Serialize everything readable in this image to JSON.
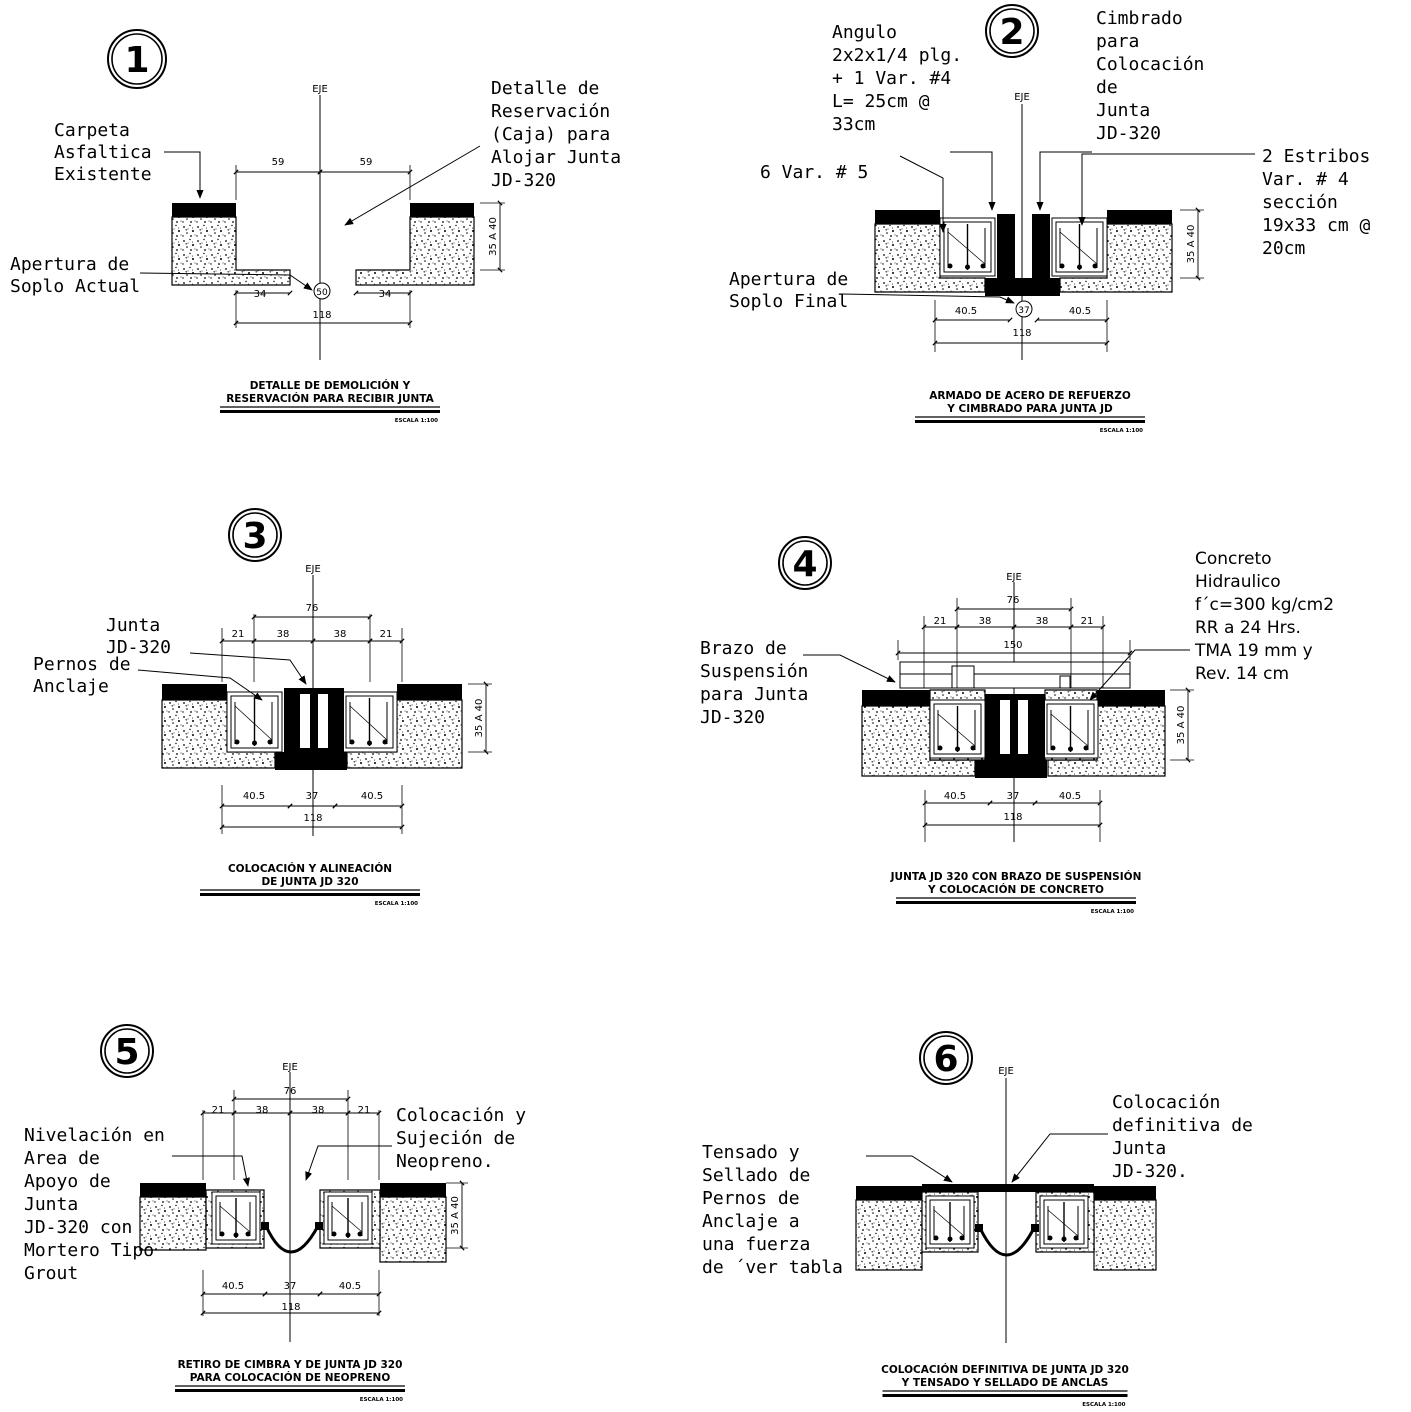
{
  "axis_label": "EJE",
  "panels": [
    {
      "id": "1",
      "number": "1",
      "title_lines": [
        "DETALLE DE DEMOLICIÓN Y",
        "RESERVACIÓN PARA RECIBIR JUNTA"
      ],
      "scale": "ESCALA 1:100",
      "dims": {
        "top_left": "59",
        "top_right": "59",
        "bottom_left": "34",
        "bottom_right": "34",
        "total": "118",
        "gap": "50",
        "depth": "35 A 40"
      },
      "callouts": {
        "a": [
          "Carpeta",
          "Asfaltica",
          "Existente"
        ],
        "b": [
          "Detalle de",
          "Reservación",
          "(Caja) para",
          "Alojar Junta",
          "JD-320"
        ],
        "c": [
          "Apertura de",
          "Soplo Actual"
        ]
      }
    },
    {
      "id": "2",
      "number": "2",
      "title_lines": [
        "ARMADO DE ACERO DE REFUERZO",
        "Y CIMBRADO PARA JUNTA JD"
      ],
      "scale": "ESCALA 1:100",
      "dims": {
        "left": "40.5",
        "right": "40.5",
        "total": "118",
        "gap": "37",
        "depth": "35 A 40"
      },
      "callouts": {
        "a": [
          "Angulo",
          "2x2x1/4 plg.",
          "+ 1 Var. #4",
          "L= 25cm @",
          "33cm"
        ],
        "b": [
          "Cimbrado",
          "para",
          "Colocación",
          "de",
          "Junta",
          "JD-320"
        ],
        "c": [
          "6 Var. # 5"
        ],
        "d": [
          "2 Estribos",
          "Var. # 4",
          "sección",
          "19x33 cm @",
          "20cm"
        ],
        "e": [
          "Apertura de",
          "Soplo Final"
        ]
      }
    },
    {
      "id": "3",
      "number": "3",
      "title_lines": [
        "COLOCACIÓN Y ALINEACIÓN",
        "DE JUNTA JD 320"
      ],
      "scale": "ESCALA 1:100",
      "dims": {
        "top_total": "76",
        "t1": "21",
        "t2": "38",
        "t3": "38",
        "t4": "21",
        "left": "40.5",
        "mid": "37",
        "right": "40.5",
        "total": "118",
        "depth": "35 A 40"
      },
      "callouts": {
        "a": [
          "Junta",
          "JD-320"
        ],
        "b": [
          "Pernos de",
          "Anclaje"
        ]
      }
    },
    {
      "id": "4",
      "number": "4",
      "title_lines": [
        "JUNTA JD 320 CON BRAZO DE SUSPENSIÓN",
        "Y COLOCACIÓN DE CONCRETO"
      ],
      "scale": "ESCALA 1:100",
      "dims": {
        "top_total": "76",
        "t1": "21",
        "t2": "38",
        "t3": "38",
        "t4": "21",
        "span": "150",
        "left": "40.5",
        "mid": "37",
        "right": "40.5",
        "total": "118",
        "depth": "35 A 40"
      },
      "callouts": {
        "a": [
          "Brazo de",
          "Suspensión",
          "para Junta",
          "JD-320"
        ],
        "b": [
          "Concreto",
          "Hidraulico",
          "f´c=300 kg/cm2",
          "RR a 24 Hrs.",
          "TMA 19 mm y",
          "Rev. 14 cm"
        ]
      }
    },
    {
      "id": "5",
      "number": "5",
      "title_lines": [
        "RETIRO DE CIMBRA Y DE JUNTA JD 320",
        "PARA COLOCACIÓN DE NEOPRENO"
      ],
      "scale": "ESCALA 1:100",
      "dims": {
        "top_total": "76",
        "t1": "21",
        "t2": "38",
        "t3": "38",
        "t4": "21",
        "left": "40.5",
        "mid": "37",
        "right": "40.5",
        "total": "118",
        "depth": "35 A 40"
      },
      "callouts": {
        "a": [
          "Nivelación en",
          "Area de",
          "Apoyo de",
          "Junta",
          "JD-320 con",
          "Mortero Tipo",
          "Grout"
        ],
        "b": [
          "Colocación y",
          "Sujeción de",
          "Neopreno."
        ]
      }
    },
    {
      "id": "6",
      "number": "6",
      "title_lines": [
        "COLOCACIÓN DEFINITIVA DE JUNTA JD 320",
        "Y TENSADO Y SELLADO DE ANCLAS"
      ],
      "scale": "ESCALA 1:100",
      "dims": {},
      "callouts": {
        "a": [
          "Tensado y",
          "Sellado de",
          "Pernos de",
          "Anclaje a",
          "una fuerza",
          "de ´ver tabla"
        ],
        "b": [
          "Colocación",
          "definitiva de",
          "Junta",
          "JD-320."
        ]
      }
    }
  ]
}
